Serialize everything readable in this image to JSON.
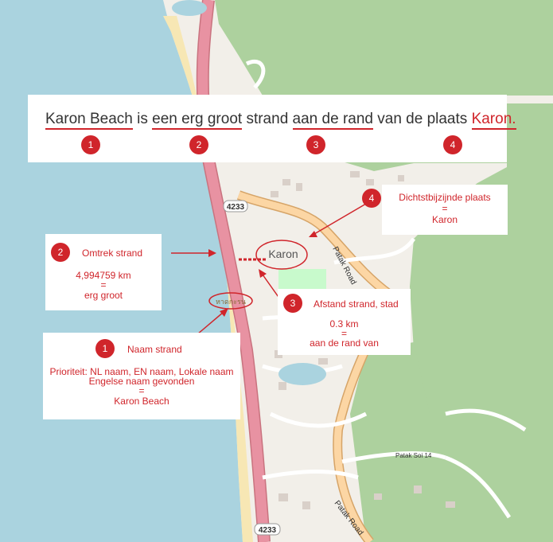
{
  "sentence": {
    "part1": "Karon Beach",
    "sep1": " is ",
    "part2": "een erg groot",
    "sep2": " strand ",
    "part3": "aan de rand",
    "sep3": " van de plaats ",
    "part4": "Karon.",
    "num1": "1",
    "num2": "2",
    "num3": "3",
    "num4": "4"
  },
  "boxes": {
    "omtrek": {
      "num": "2",
      "title": "Omtrek strand",
      "value": "4,994759 km",
      "eq": "=",
      "result": "erg groot"
    },
    "naam": {
      "num": "1",
      "title": "Naam strand",
      "line1": "Prioriteit: NL naam, EN naam, Lokale naam",
      "line2": "Engelse naam gevonden",
      "eq": "=",
      "result": "Karon Beach"
    },
    "afstand": {
      "num": "3",
      "title": "Afstand strand, stad",
      "value": "0.3 km",
      "eq": "=",
      "result": "aan de rand van"
    },
    "plaats": {
      "num": "4",
      "title": "Dichtstbijzijnde plaats",
      "eq": "=",
      "result": "Karon"
    }
  },
  "map": {
    "place": "Karon",
    "road_shield_1": "4233",
    "road_shield_2": "4233",
    "road_patak_1": "Patak Road",
    "road_patak_2": "Patak Road",
    "road_soi": "Patak Soi 14",
    "beach_label": "หาดกะรน"
  },
  "colors": {
    "accent": "#d0252b",
    "sea": "#aad3df",
    "forest": "#add19e",
    "land": "#f2efe9",
    "primary_road": "#e892a2",
    "secondary_road": "#fcd6a4"
  }
}
